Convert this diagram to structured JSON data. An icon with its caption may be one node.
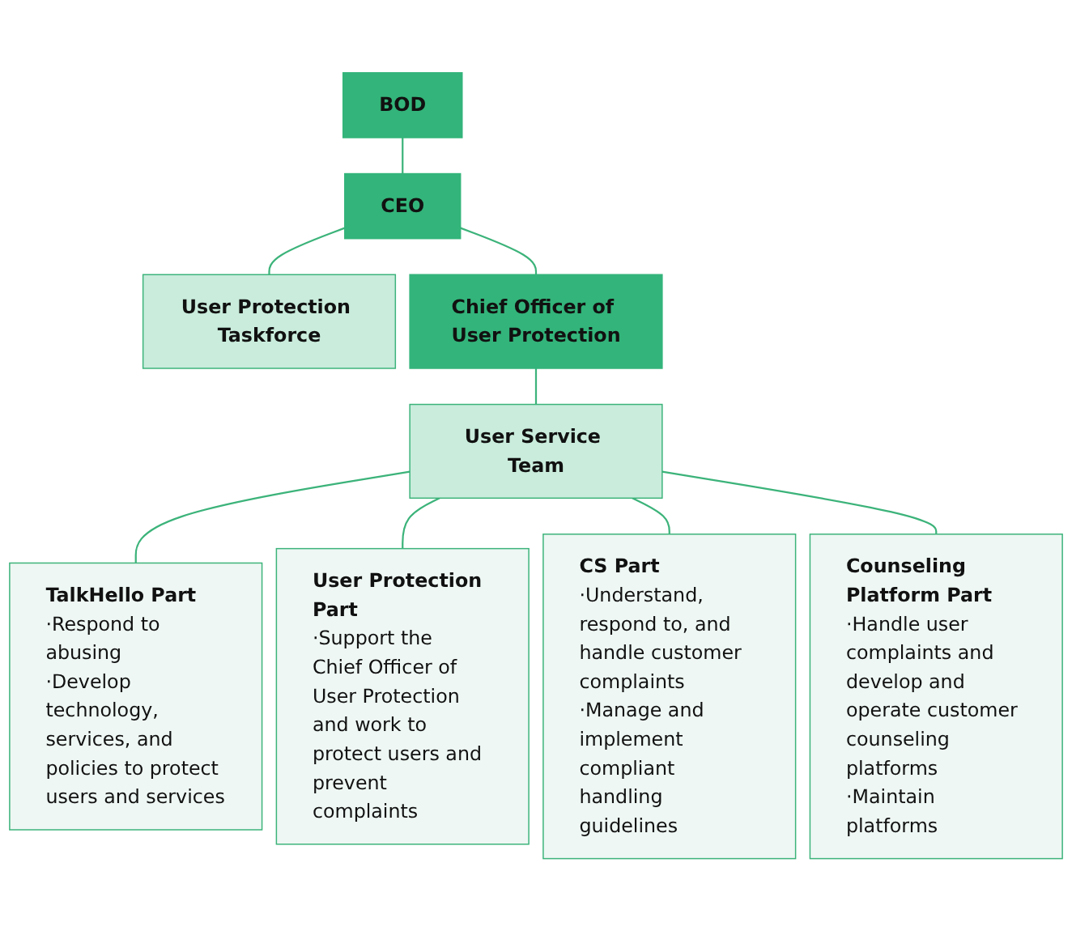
{
  "diagram": {
    "nodes": [
      {
        "text": [
          "BOD"
        ]
      },
      {
        "text": [
          "CEO"
        ]
      },
      {
        "text": [
          "User Protection Taskforce"
        ]
      },
      {
        "text": [
          "Chief Officer of User Protection"
        ]
      },
      {
        "text": [
          "User Service Team"
        ]
      },
      {
        "text": [
          "TalkHello Part",
          "·Respond to abusing",
          "·Develop technology, services, and policies to protect users and services"
        ]
      },
      {
        "text": [
          "User Protection Part",
          "·Support the Chief Officer of User Protection and work to protect users and prevent complaints"
        ]
      },
      {
        "text": [
          "CS Part",
          "·Understand, respond to, and handle customer complaints",
          "·Manage and implement compliant handling guidelines"
        ]
      },
      {
        "text": [
          "Counseling Platform Part",
          "·Handle user complaints and develop and operate customer counseling platforms",
          "·Maintain platforms"
        ]
      }
    ],
    "edges": [
      {
        "from": 0,
        "to": 1,
        "arrow": "none"
      },
      {
        "from": 1,
        "to": 3,
        "arrow": "none"
      },
      {
        "from": 1,
        "to": 2,
        "arrow": "none"
      },
      {
        "from": 3,
        "to": 4,
        "arrow": "none"
      },
      {
        "from": 4,
        "to": 5,
        "arrow": "none"
      },
      {
        "from": 4,
        "to": 6,
        "arrow": "none"
      },
      {
        "from": 4,
        "to": 7,
        "arrow": "none"
      },
      {
        "from": 4,
        "to": 8,
        "arrow": "none"
      }
    ]
  }
}
